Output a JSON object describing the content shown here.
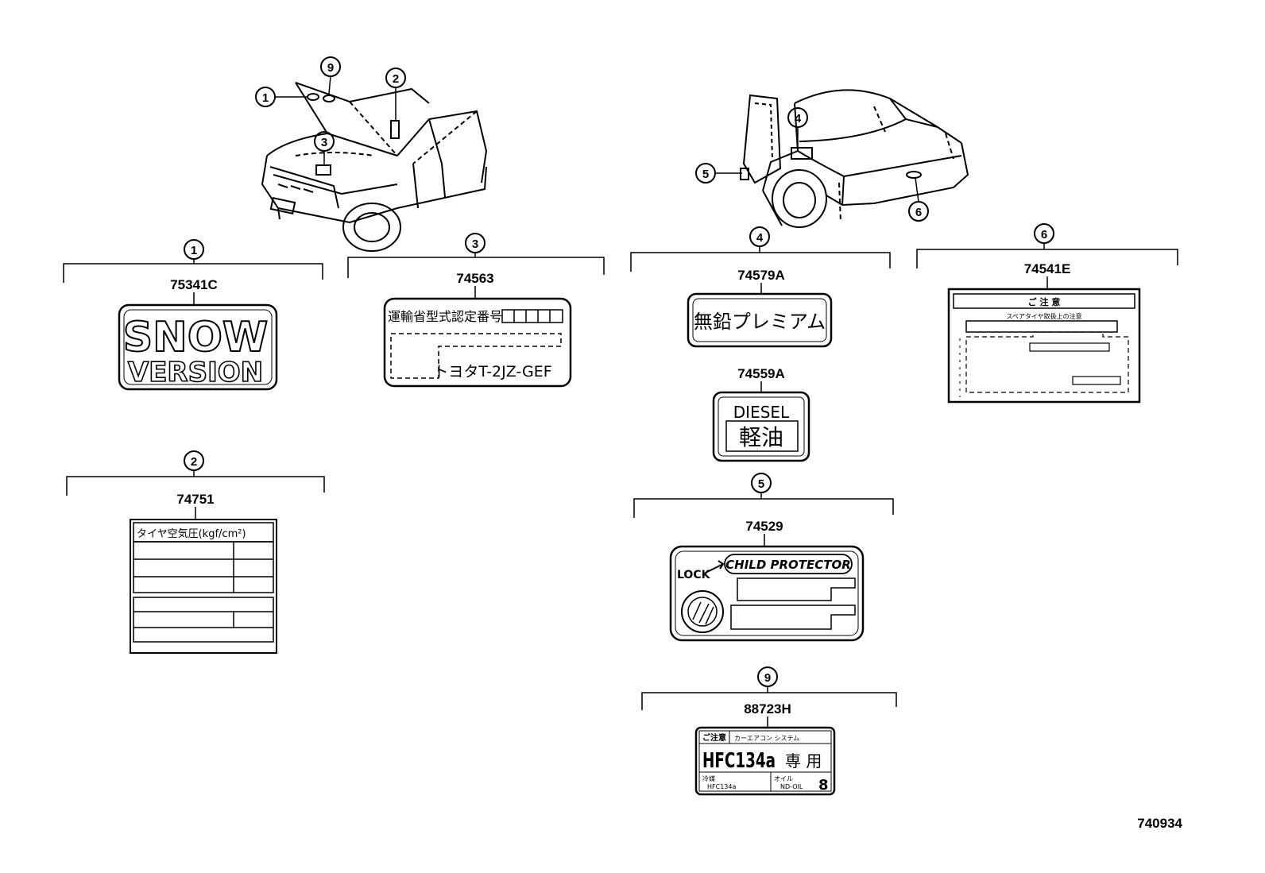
{
  "diagram_code": "740934",
  "callouts": {
    "c1": "1",
    "c2": "2",
    "c3": "3",
    "c4": "4",
    "c5": "5",
    "c6": "6",
    "c9": "9"
  },
  "groups": {
    "g1": {
      "num": "1",
      "part": "75341C"
    },
    "g2": {
      "num": "2",
      "part": "74751"
    },
    "g3": {
      "num": "3",
      "part": "74563"
    },
    "g4": {
      "num": "4",
      "part_a": "74579A",
      "part_b": "74559A"
    },
    "g5": {
      "num": "5",
      "part": "74529"
    },
    "g6": {
      "num": "6",
      "part": "74541E"
    },
    "g9": {
      "num": "9",
      "part": "88723H"
    }
  },
  "labels": {
    "snow_line1": "SNOW",
    "snow_line2": "VERSION",
    "tire_title": "タイヤ空気圧(kgf/cm²)",
    "cert_title": "運輸省型式認定番号",
    "cert_engine": "トヨタT-2JZ-GEF",
    "premium": "無鉛プレミアム",
    "diesel": "DIESEL",
    "diesel_jp": "軽油",
    "child_protector": "CHILD PROTECTOR",
    "lock": "LOCK",
    "caution_title": "ご 注 意",
    "caution_sub": "スペアタイヤ取扱上の注意",
    "ac_caution": "ご注意",
    "ac_system": "カーエアコン システム",
    "ac_refrigerant": "HFC134a",
    "ac_dedicated": "専 用",
    "ac_gas_label": "冷媒",
    "ac_gas": "HFC134a",
    "ac_oil_label": "オイル",
    "ac_oil": "ND-OIL",
    "ac_oil_num": "8"
  }
}
